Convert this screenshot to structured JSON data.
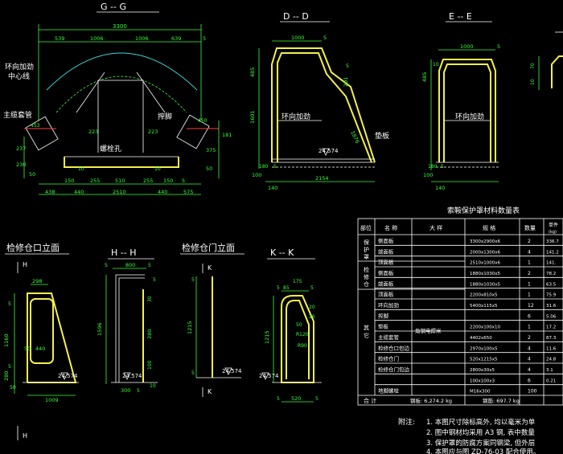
{
  "sections": {
    "gg": {
      "title": "G -- G",
      "dims_top": [
        "3300",
        "539",
        "1006",
        "1006",
        "639",
        "5"
      ],
      "dims_bottom": [
        "438",
        "440",
        "2510",
        "440",
        "575"
      ],
      "dims_bottom2": [
        "150",
        "255",
        "510",
        "255",
        "150",
        "5"
      ],
      "dims_side_left": [
        "237",
        "230",
        "50"
      ],
      "dims_side_right": [
        "181",
        "375",
        "50"
      ],
      "dims_misc": [
        "223",
        "223",
        "453",
        "450",
        "10",
        "10"
      ],
      "labels": {
        "ring_stiffener": "环向加劲",
        "center_line": "中心线",
        "main_cable": "主缆套管",
        "bolt_hole": "螺栓孔",
        "cable_clamp": "搾脚"
      }
    },
    "dd": {
      "title": "D -- D",
      "dims": [
        "1000",
        "5",
        "485",
        "201",
        "5",
        "1601",
        "100",
        "180",
        "5",
        "140",
        "2154",
        "1876"
      ],
      "elev": "24.574",
      "labels": {
        "ring_stiffener": "环向加劲",
        "pad": "垫板"
      }
    },
    "ee": {
      "title": "E -- E",
      "dims": [
        "1000",
        "5",
        "485",
        "10",
        "100",
        "180",
        "5",
        "140"
      ],
      "labels": {
        "ring_stiffener": "环向加劲"
      }
    },
    "ee_partial": {
      "dims": [
        "10",
        "70"
      ]
    },
    "door_elev": {
      "title": "检修仓口立面",
      "marker": "H",
      "dims": [
        "298",
        "5",
        "1160",
        "5",
        "50",
        "440",
        "280",
        "50",
        "1009"
      ],
      "elev": "24.574"
    },
    "hh": {
      "title": "H -- H",
      "dims": [
        "800",
        "5",
        "5",
        "1596",
        "30",
        "280",
        "100",
        "5",
        "10",
        "300",
        "5"
      ],
      "elev": "24.574"
    },
    "door_gate": {
      "title": "检修仓门立面",
      "marker": "K",
      "dims": [
        "5",
        "1215",
        "5"
      ],
      "elev": "24.574"
    },
    "kk": {
      "title": "K -- K",
      "dims": [
        "175",
        "85",
        "5",
        "5",
        "1215",
        "50",
        "R120",
        "R90",
        "520",
        "5",
        "5",
        "20",
        "26"
      ],
      "elev": "24.574"
    }
  },
  "table": {
    "title": "索鞍保护罩材料数量表",
    "headers": [
      "部位",
      "名 称",
      "大 样",
      "规 格",
      "数量",
      "单件重(kg)"
    ],
    "headers_cut": {
      "h6": "单件",
      "h6b": "(kg)"
    },
    "groups": [
      {
        "name": "保护罩",
        "chars": [
          "保",
          "护",
          "罩"
        ]
      },
      {
        "name": "检修仓",
        "chars": [
          "检",
          "修",
          "仓"
        ]
      },
      {
        "name": "其它",
        "chars": [
          "其",
          "它"
        ]
      }
    ],
    "rows": [
      {
        "name": "侧面板",
        "spec": "3300x2900x6",
        "qty": "2",
        "w": "336.7"
      },
      {
        "name": "端面板",
        "spec": "2000x1300x6",
        "qty": "4",
        "w": "141.2"
      },
      {
        "name": "顶面板",
        "spec": "2510x1000x6",
        "qty": "1",
        "w": "141."
      },
      {
        "name": "侧面板",
        "spec": "1880x1030x5",
        "qty": "2",
        "w": "78.2"
      },
      {
        "name": "端面板",
        "spec": "1880x1030x5",
        "qty": "1",
        "w": "63.5"
      },
      {
        "name": "顶面板",
        "spec": "2200x810x5",
        "qty": "1",
        "w": "75.9"
      },
      {
        "name": "环向加劲",
        "spec": "5400x115x5",
        "qty": "12",
        "w": "31.6"
      },
      {
        "name": "搾脚",
        "spec": "",
        "qty": "6",
        "w": "5.06"
      },
      {
        "name": "垫板",
        "spec": "2200x100x10",
        "qty": "1",
        "w": "17.2"
      },
      {
        "name": "主缆套管",
        "spec": "4402x650",
        "qty": "2",
        "w": "87.3"
      },
      {
        "name": "检修仓口包边",
        "spec": "2970x100x5",
        "qty": "4",
        "w": "11.6"
      },
      {
        "name": "检修仓门",
        "spec": "520x1215x5",
        "qty": "4",
        "w": "24.8"
      },
      {
        "name": "检修仓门包边",
        "spec": "2800x30x5",
        "qty": "4",
        "w": "3.1"
      },
      {
        "name": "",
        "spec": "100x100x3",
        "qty": "6",
        "w": "0.21"
      },
      {
        "name": "地脚螺栓",
        "spec": "M16x300",
        "qty": "100",
        "w": ""
      }
    ],
    "sketch_note": "角钢电焊米",
    "total": {
      "label": "合 计",
      "steel": "钢板: 6,274.2 kg",
      "rod": "钢筋: 697.7 kg"
    }
  },
  "notes": {
    "lead": "附注:",
    "items": [
      "1. 本图尺寸除标高外, 均以毫米为单",
      "2. 图中钢材均采用 A3 钢, 表中数量",
      "3. 保护罩的防腐方案同钢梁, 但外层",
      "4. 本图应与图 ZD-76-03 配合使用。"
    ]
  }
}
